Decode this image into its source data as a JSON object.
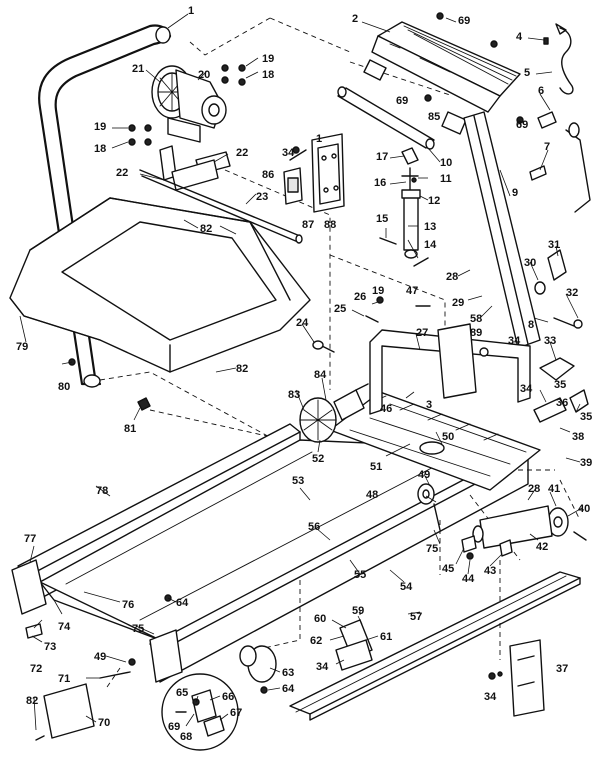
{
  "callouts": [
    {
      "id": "c1",
      "text": "1"
    },
    {
      "id": "c2",
      "text": "2"
    },
    {
      "id": "c3",
      "text": "3"
    },
    {
      "id": "c4",
      "text": "4"
    },
    {
      "id": "c5",
      "text": "5"
    },
    {
      "id": "c6",
      "text": "6"
    },
    {
      "id": "c7",
      "text": "7"
    },
    {
      "id": "c8",
      "text": "8"
    },
    {
      "id": "c9",
      "text": "9"
    },
    {
      "id": "c10",
      "text": "10"
    },
    {
      "id": "c11",
      "text": "11"
    },
    {
      "id": "c12",
      "text": "12"
    },
    {
      "id": "c13",
      "text": "13"
    },
    {
      "id": "c14",
      "text": "14"
    },
    {
      "id": "c15",
      "text": "15"
    },
    {
      "id": "c16",
      "text": "16"
    },
    {
      "id": "c17",
      "text": "17"
    },
    {
      "id": "c18a",
      "text": "18"
    },
    {
      "id": "c18b",
      "text": "18"
    },
    {
      "id": "c19a",
      "text": "19"
    },
    {
      "id": "c19b",
      "text": "19"
    },
    {
      "id": "c19c",
      "text": "19"
    },
    {
      "id": "c20",
      "text": "20"
    },
    {
      "id": "c21",
      "text": "21"
    },
    {
      "id": "c22a",
      "text": "22"
    },
    {
      "id": "c22b",
      "text": "22"
    },
    {
      "id": "c23",
      "text": "23"
    },
    {
      "id": "c24",
      "text": "24"
    },
    {
      "id": "c25",
      "text": "25"
    },
    {
      "id": "c26",
      "text": "26"
    },
    {
      "id": "c27",
      "text": "27"
    },
    {
      "id": "c28a",
      "text": "28"
    },
    {
      "id": "c28b",
      "text": "28"
    },
    {
      "id": "c29",
      "text": "29"
    },
    {
      "id": "c30",
      "text": "30"
    },
    {
      "id": "c31",
      "text": "31"
    },
    {
      "id": "c32",
      "text": "32"
    },
    {
      "id": "c33",
      "text": "33"
    },
    {
      "id": "c34a",
      "text": "34"
    },
    {
      "id": "c34b",
      "text": "34"
    },
    {
      "id": "c34c",
      "text": "34"
    },
    {
      "id": "c34d",
      "text": "34"
    },
    {
      "id": "c34e",
      "text": "34"
    },
    {
      "id": "c35a",
      "text": "35"
    },
    {
      "id": "c35b",
      "text": "35"
    },
    {
      "id": "c36",
      "text": "36"
    },
    {
      "id": "c37",
      "text": "37"
    },
    {
      "id": "c38",
      "text": "38"
    },
    {
      "id": "c39",
      "text": "39"
    },
    {
      "id": "c40",
      "text": "40"
    },
    {
      "id": "c41",
      "text": "41"
    },
    {
      "id": "c42",
      "text": "42"
    },
    {
      "id": "c43",
      "text": "43"
    },
    {
      "id": "c44",
      "text": "44"
    },
    {
      "id": "c45",
      "text": "45"
    },
    {
      "id": "c46",
      "text": "46"
    },
    {
      "id": "c47",
      "text": "47"
    },
    {
      "id": "c48",
      "text": "48"
    },
    {
      "id": "c49a",
      "text": "49"
    },
    {
      "id": "c49b",
      "text": "49"
    },
    {
      "id": "c50",
      "text": "50"
    },
    {
      "id": "c51",
      "text": "51"
    },
    {
      "id": "c52",
      "text": "52"
    },
    {
      "id": "c53",
      "text": "53"
    },
    {
      "id": "c54",
      "text": "54"
    },
    {
      "id": "c55",
      "text": "55"
    },
    {
      "id": "c56",
      "text": "56"
    },
    {
      "id": "c57",
      "text": "57"
    },
    {
      "id": "c58",
      "text": "58"
    },
    {
      "id": "c59",
      "text": "59"
    },
    {
      "id": "c60",
      "text": "60"
    },
    {
      "id": "c61",
      "text": "61"
    },
    {
      "id": "c62",
      "text": "62"
    },
    {
      "id": "c63",
      "text": "63"
    },
    {
      "id": "c64a",
      "text": "64"
    },
    {
      "id": "c64b",
      "text": "64"
    },
    {
      "id": "c65",
      "text": "65"
    },
    {
      "id": "c66",
      "text": "66"
    },
    {
      "id": "c67",
      "text": "67"
    },
    {
      "id": "c68",
      "text": "68"
    },
    {
      "id": "c69a",
      "text": "69"
    },
    {
      "id": "c69b",
      "text": "69"
    },
    {
      "id": "c69c",
      "text": "69"
    },
    {
      "id": "c69d",
      "text": "69"
    },
    {
      "id": "c70",
      "text": "70"
    },
    {
      "id": "c71",
      "text": "71"
    },
    {
      "id": "c72",
      "text": "72"
    },
    {
      "id": "c73",
      "text": "73"
    },
    {
      "id": "c74",
      "text": "74"
    },
    {
      "id": "c75a",
      "text": "75"
    },
    {
      "id": "c75b",
      "text": "75"
    },
    {
      "id": "c76",
      "text": "76"
    },
    {
      "id": "c77",
      "text": "77"
    },
    {
      "id": "c78",
      "text": "78"
    },
    {
      "id": "c79",
      "text": "79"
    },
    {
      "id": "c80",
      "text": "80"
    },
    {
      "id": "c81",
      "text": "81"
    },
    {
      "id": "c82a",
      "text": "82"
    },
    {
      "id": "c82b",
      "text": "82"
    },
    {
      "id": "c82c",
      "text": "82"
    },
    {
      "id": "c83",
      "text": "83"
    },
    {
      "id": "c84",
      "text": "84"
    },
    {
      "id": "c85",
      "text": "85"
    },
    {
      "id": "c86",
      "text": "86"
    },
    {
      "id": "c87",
      "text": "87"
    },
    {
      "id": "c88",
      "text": "88"
    },
    {
      "id": "c89",
      "text": "89"
    },
    {
      "id": "c1b",
      "text": "1"
    }
  ]
}
